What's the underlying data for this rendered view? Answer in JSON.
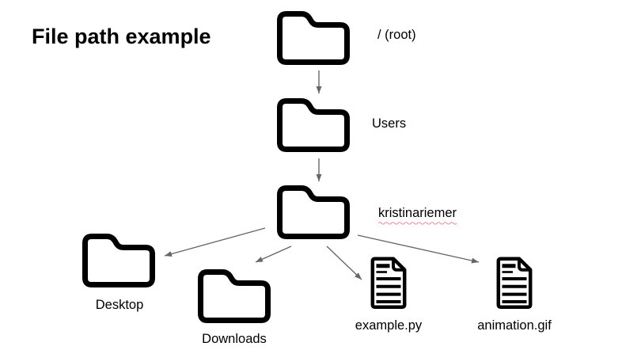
{
  "title": "File path example",
  "diagram": {
    "nodes": [
      {
        "id": "root",
        "icon": "folder-icon",
        "label": "/ (root)"
      },
      {
        "id": "users",
        "icon": "folder-icon",
        "label": "Users"
      },
      {
        "id": "kristinariemer",
        "icon": "folder-icon",
        "label": "kristinariemer",
        "spellcheck_underline": true
      },
      {
        "id": "desktop",
        "icon": "folder-icon",
        "label": "Desktop"
      },
      {
        "id": "downloads",
        "icon": "folder-icon",
        "label": "Downloads"
      },
      {
        "id": "example-py",
        "icon": "file-icon",
        "label": "example.py"
      },
      {
        "id": "animation-gif",
        "icon": "file-icon",
        "label": "animation.gif"
      }
    ],
    "edges": [
      {
        "from": "root",
        "to": "users"
      },
      {
        "from": "users",
        "to": "kristinariemer"
      },
      {
        "from": "kristinariemer",
        "to": "desktop"
      },
      {
        "from": "kristinariemer",
        "to": "downloads"
      },
      {
        "from": "kristinariemer",
        "to": "example-py"
      },
      {
        "from": "kristinariemer",
        "to": "animation-gif"
      }
    ]
  },
  "colors": {
    "background": "#ffffff",
    "text": "#000000",
    "icon_stroke": "#000000",
    "arrow": "#666666",
    "spellcheck_underline": "#f08080"
  }
}
